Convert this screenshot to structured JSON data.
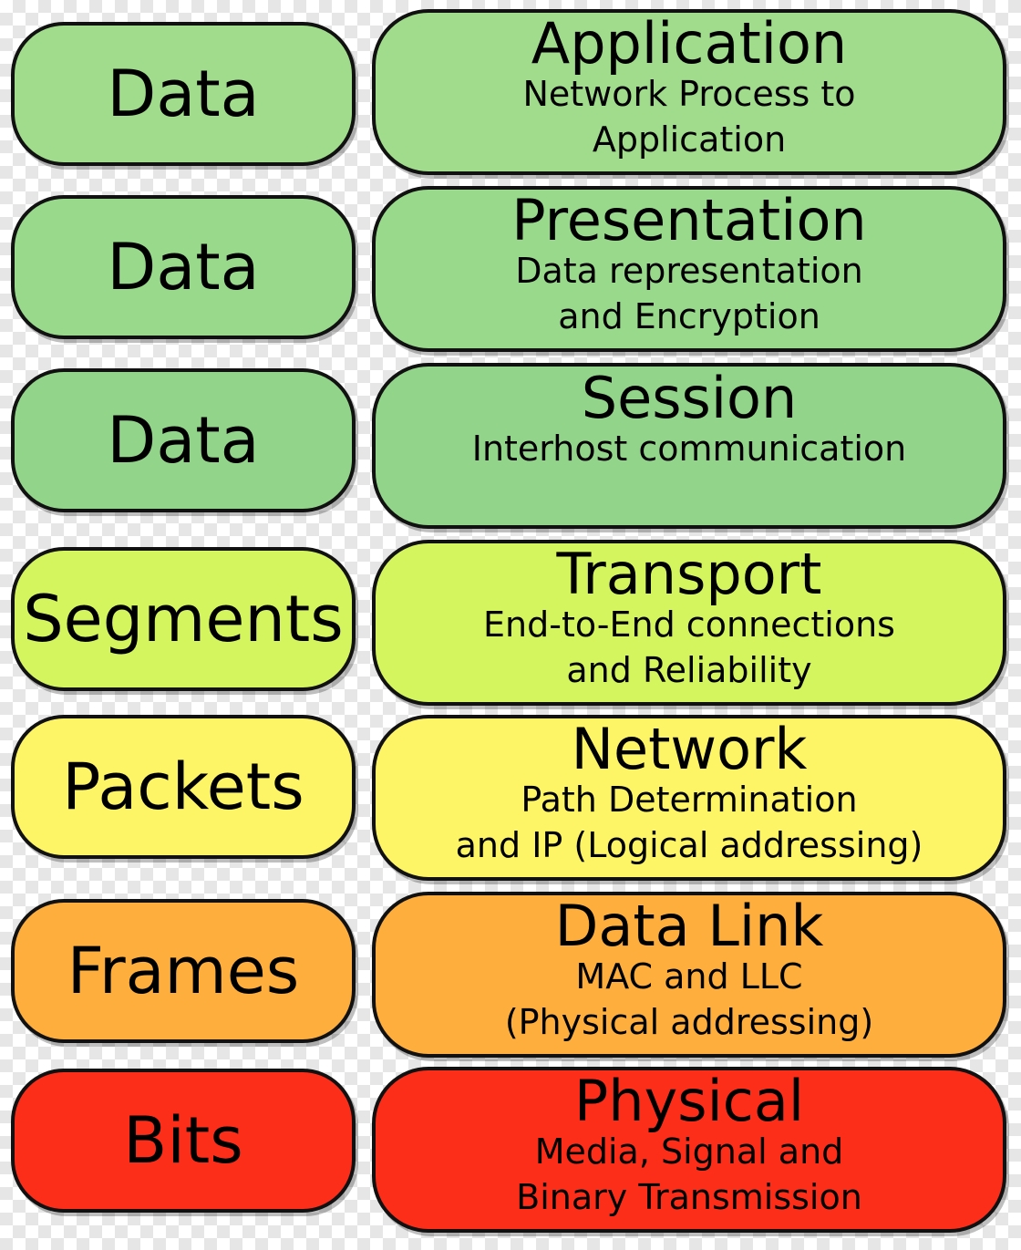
{
  "colors": {
    "application": "#a0dc8c",
    "presentation": "#99d98c",
    "session": "#92d58a",
    "transport": "#d4f55e",
    "network": "#fdf565",
    "datalink": "#fdae3c",
    "physical": "#fc2e1a"
  },
  "layers": [
    {
      "unit": "Data",
      "name": "Application",
      "desc": [
        "Network Process to",
        "Application"
      ],
      "color": "#a0dc8c"
    },
    {
      "unit": "Data",
      "name": "Presentation",
      "desc": [
        "Data representation",
        "and Encryption"
      ],
      "color": "#99d98c"
    },
    {
      "unit": "Data",
      "name": "Session",
      "desc": [
        "Interhost communication"
      ],
      "color": "#92d58a"
    },
    {
      "unit": "Segments",
      "name": "Transport",
      "desc": [
        "End-to-End connections",
        "and Reliability"
      ],
      "color": "#d4f55e"
    },
    {
      "unit": "Packets",
      "name": "Network",
      "desc": [
        "Path Determination",
        "and IP (Logical addressing)"
      ],
      "color": "#fdf565"
    },
    {
      "unit": "Frames",
      "name": "Data Link",
      "desc": [
        "MAC and LLC",
        "(Physical addressing)"
      ],
      "color": "#fdae3c"
    },
    {
      "unit": "Bits",
      "name": "Physical",
      "desc": [
        "Media, Signal and",
        "Binary Transmission"
      ],
      "color": "#fc2e1a"
    }
  ]
}
